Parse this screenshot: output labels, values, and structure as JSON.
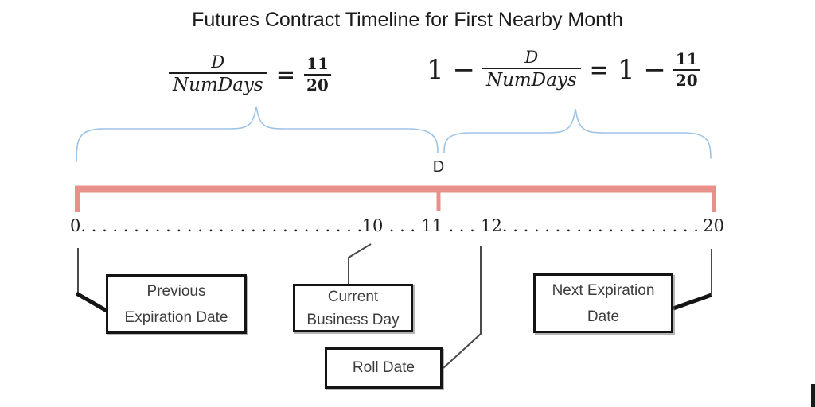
{
  "title": "Futures Contract Timeline for First Nearby Month",
  "colors": {
    "bar": "#E8908A",
    "brace": "#9DC3E6",
    "leader": "#4a4a4a"
  },
  "formulas": {
    "left": {
      "num": "D",
      "den": "NumDays",
      "eq": "=",
      "rhs_num": "11",
      "rhs_den": "20"
    },
    "right": {
      "lead": "1 −",
      "num": "D",
      "den": "NumDays",
      "eq": "=",
      "rhs_lead": "1 −",
      "rhs_num": "11",
      "rhs_den": "20"
    }
  },
  "segment_label": "D",
  "axis": {
    "tick_0": "0",
    "dots_0_10": ". . . . . . . . . . . . . . . . . . . . . . . . . . . . . . . . . . . .",
    "tick_10": "10",
    "dots_10_11": ". . .",
    "tick_11": "11",
    "dots_11_12": ". . .",
    "tick_12": "12",
    "dots_12_20": ". . . . . . . . . . . . . . . . . . . . . . . . . .",
    "tick_20": "20"
  },
  "boxes": {
    "previous_expiration": {
      "line1": "Previous",
      "line2": "Expiration Date"
    },
    "current_business_day": {
      "line1": "Current",
      "line2": "Business Day"
    },
    "roll_date": {
      "line1": "Roll Date"
    },
    "next_expiration": {
      "line1": "Next Expiration",
      "line2": "Date"
    }
  }
}
